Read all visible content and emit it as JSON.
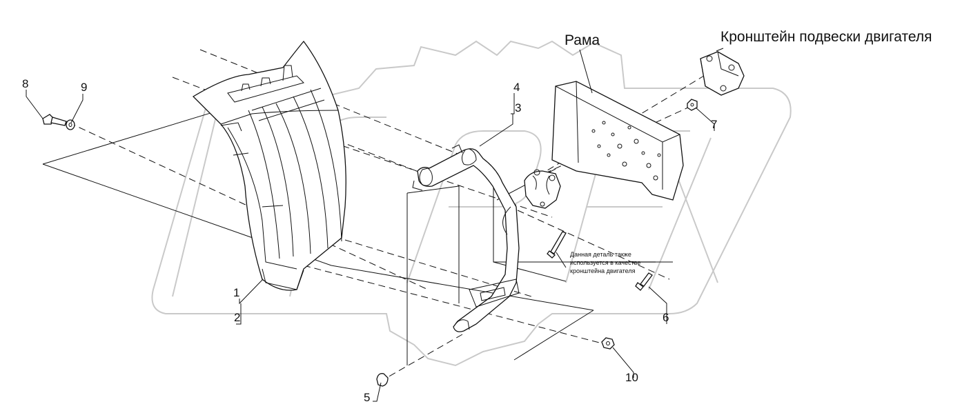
{
  "labels": {
    "frame": "Рама",
    "engine_bracket": "Кронштейн подвески двигателя",
    "note_line1": "Данная деталь также",
    "note_line2": "используется в качестве",
    "note_line3": "кронштейна двигателя"
  },
  "callouts": {
    "c1": "1",
    "c2": "2",
    "c3": "3",
    "c4": "4",
    "c5": "5",
    "c6": "6",
    "c7": "7",
    "c8": "8",
    "c9": "9",
    "c10": "10"
  },
  "watermark": {
    "color": "#c9c9c9"
  }
}
